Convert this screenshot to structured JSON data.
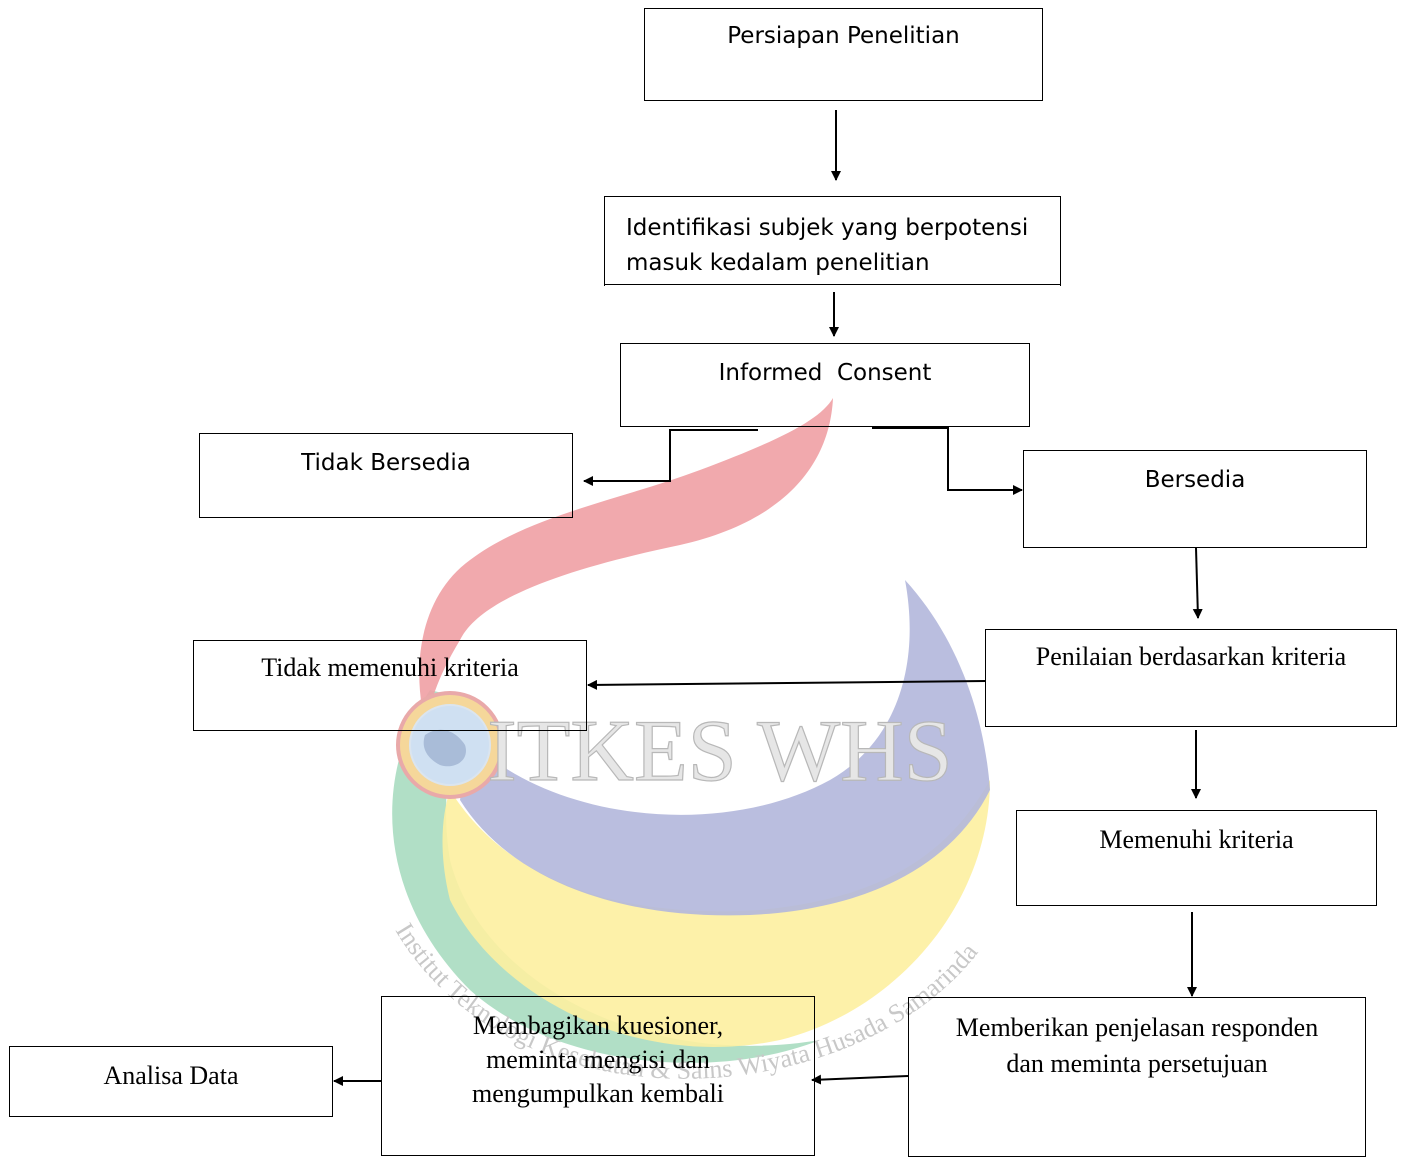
{
  "watermark": {
    "logo_text": "ITKES WHS",
    "arc_text": "Institut Teknologi Kesehatan & Sains Wiyata Husada Samarinda",
    "colors": {
      "red": "#f0a0a4",
      "blue": "#b3b7dc",
      "yellow": "#fdf0a0",
      "green": "#a9dcc0",
      "logo_ring": "#f5d79a"
    }
  },
  "nodes": {
    "persiapan": "Persiapan Penelitian",
    "identifikasi_line1": "Identifikasi subjek yang berpotensi",
    "identifikasi_line2": "masuk kedalam penelitian",
    "informed": "Informed  Consent",
    "tidak_bersedia": "Tidak Bersedia",
    "bersedia": "Bersedia",
    "tidak_memenuhi": "Tidak memenuhi kriteria",
    "penilaian": "Penilaian berdasarkan kriteria",
    "memenuhi": "Memenuhi kriteria",
    "memberikan_line1": "Memberikan penjelasan responden",
    "memberikan_line2": "dan meminta persetujuan",
    "membagikan_line1": "Membagikan kuesioner,",
    "membagikan_line2": "meminta mengisi dan",
    "membagikan_line3": "mengumpulkan kembali",
    "analisa": "Analisa Data"
  }
}
